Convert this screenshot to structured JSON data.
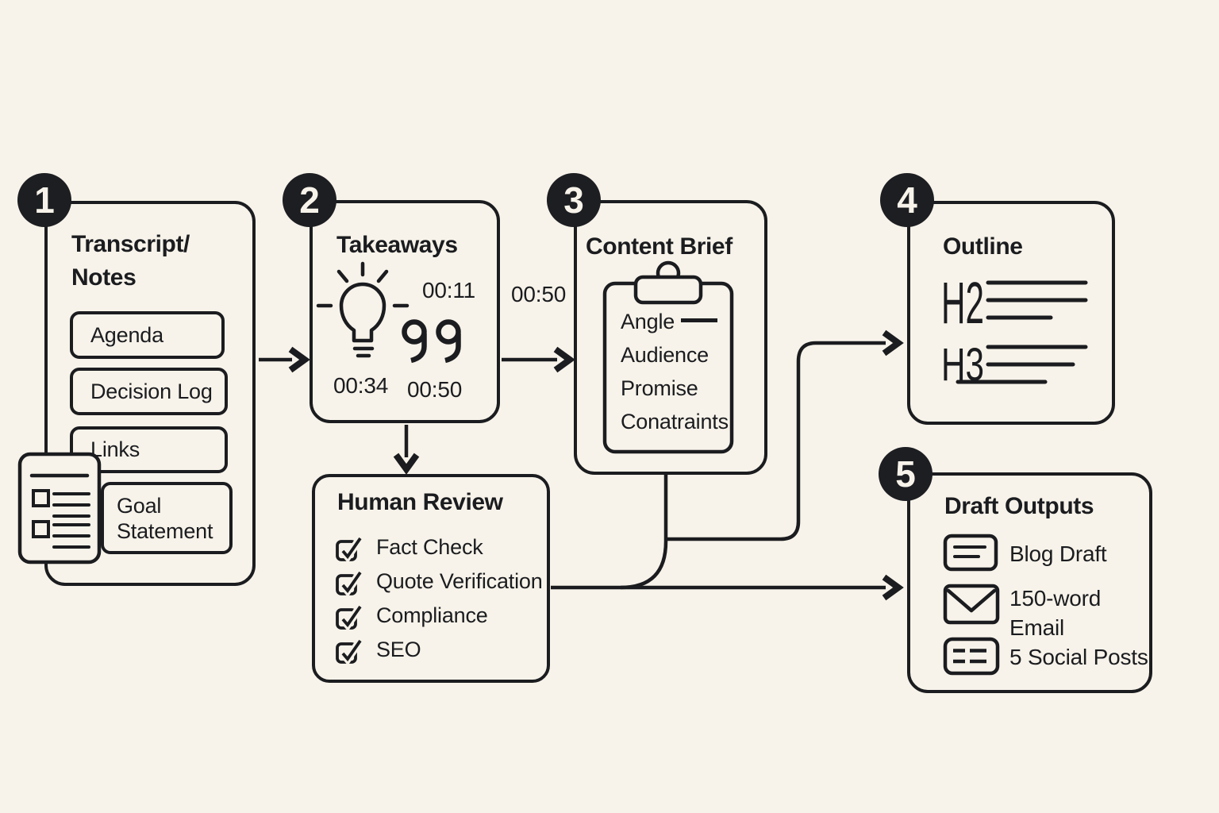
{
  "palette": {
    "background": "#F7F3EA",
    "ink": "#1B1C1F",
    "badge_bg": "#1D1E22",
    "badge_text": "#F7F3EA"
  },
  "steps": {
    "s1": {
      "number": "1",
      "title_lines": [
        "Transcript/",
        "Notes"
      ],
      "items": [
        "Agenda",
        "Decision Log",
        "Links",
        "Goal Statement"
      ]
    },
    "s2": {
      "number": "2",
      "title": "Takeaways",
      "timestamp_top_right": "00:11",
      "timestamp_bottom_left": "00:34",
      "timestamp_bottom_right": "00:50"
    },
    "s3": {
      "number": "3",
      "title": "Content Brief",
      "items": [
        "Angle",
        "Audience",
        "Promise",
        "Conatraints"
      ]
    },
    "s4": {
      "number": "4",
      "title": "Outline",
      "heading_markers": [
        "H2",
        "H3"
      ]
    },
    "s5": {
      "number": "5",
      "title": "Draft Outputs",
      "items": [
        "Blog Draft",
        "150-word Email",
        "5 Social Posts"
      ]
    }
  },
  "human_review": {
    "title": "Human Review",
    "checklist": [
      "Fact Check",
      "Quote Verification",
      "Compliance",
      "SEO"
    ]
  },
  "connector_labels": {
    "takeaways_to_brief": "00:50"
  }
}
